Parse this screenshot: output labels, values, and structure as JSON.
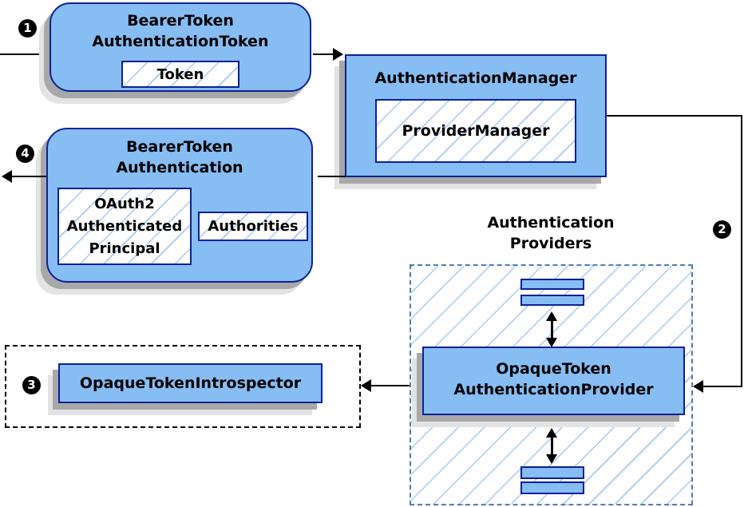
{
  "colors": {
    "node_fill": "#86BDF3",
    "node_border": "#0D2099",
    "hatch_line": "#A8C8F2",
    "providers_dash_border": "#4A7EBB",
    "introspector_dash_border": "#000000",
    "connector": "#000000",
    "shadow": "#A8A8A8",
    "badge_bg": "#000000",
    "badge_text": "#FFFFFF"
  },
  "badges": {
    "one": "1",
    "two": "2",
    "three": "3",
    "four": "4"
  },
  "nodes": {
    "bearer_token_authentication_token": {
      "title_line1": "BearerToken",
      "title_line2": "AuthenticationToken",
      "member": "Token"
    },
    "authentication_manager": {
      "title": "AuthenticationManager",
      "member": "ProviderManager"
    },
    "bearer_token_authentication": {
      "title_line1": "BearerToken",
      "title_line2": "Authentication",
      "principal_line1": "OAuth2",
      "principal_line2": "Authenticated",
      "principal_line3": "Principal",
      "authorities": "Authorities"
    },
    "opaque_token_introspector": {
      "title": "OpaqueTokenIntrospector"
    },
    "providers_group": {
      "label_line1": "Authentication",
      "label_line2": "Providers"
    },
    "opaque_token_authentication_provider": {
      "title_line1": "OpaqueToken",
      "title_line2": "AuthenticationProvider"
    }
  }
}
